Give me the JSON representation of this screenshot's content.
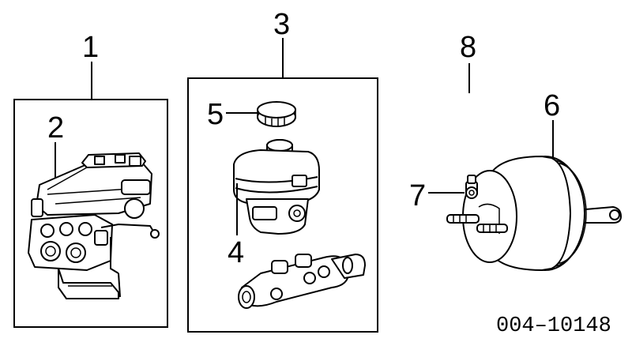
{
  "callouts": {
    "c1": "1",
    "c2": "2",
    "c3": "3",
    "c4": "4",
    "c5": "5",
    "c6": "6",
    "c7": "7",
    "c8": "8"
  },
  "figure_code": "004–10148",
  "parts": {
    "abs_module": "abs-hydraulic-unit-icon",
    "reservoir_cap": "reservoir-cap-icon",
    "reservoir": "fluid-reservoir-icon",
    "master_cylinder": "master-cylinder-icon",
    "vacuum_hose": "vacuum-hose-icon",
    "brake_booster": "brake-booster-icon",
    "check_valve": "check-valve-icon"
  }
}
